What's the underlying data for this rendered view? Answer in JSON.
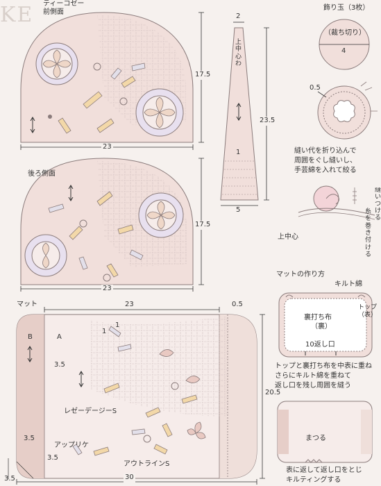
{
  "header": {
    "logo_text": "KE",
    "title": "ティーコゼー"
  },
  "front": {
    "label": "前側面",
    "width": "23",
    "height": "17.5"
  },
  "back": {
    "label": "後ろ側面",
    "width": "23",
    "height": "17.5"
  },
  "gusset": {
    "top": "2",
    "bottom": "5",
    "height": "23.5",
    "label": "上中心わ",
    "mark": "1"
  },
  "ornament": {
    "title": "飾り玉（3枚）",
    "cut_label": "（裁ち切り）",
    "diameter": "4",
    "seam": "0.5",
    "step1": [
      "縫い代を折り込んで",
      "周囲をぐし縫いし、",
      "手芸綿を入れて絞る"
    ],
    "center_label": "上中心",
    "wrap_note": "糸を巻き付ける",
    "side_note_fragment": "縫いつける"
  },
  "mat": {
    "label": "マット",
    "width": "23",
    "seam": "0.5",
    "height": "20.5",
    "total_width": "30",
    "part_a": "A",
    "part_b": "B",
    "dim_35a": "3.5",
    "dim_35b": "3.5",
    "dim_35c": "3.5",
    "dim_35d": "3.5",
    "mark1a": "1",
    "mark1b": "1",
    "daisy": "レゼーデージーS",
    "applique": "アップリケ",
    "outline": "アウトラインS"
  },
  "mat_howto": {
    "title": "マットの作り方",
    "quilt_batting": "キルト綿",
    "top_fragment": "トップ（表）",
    "backing": "裏打ち布",
    "backing_sub": "（裏）",
    "opening": "10返し口",
    "step2": [
      "トップと裏打ち布を中表に重ね",
      "さらにキルト綿を重ねて",
      "返し口を残し周囲を縫う"
    ],
    "slip": "まつる",
    "step3": [
      "表に返して返し口をとじ",
      "キルティングする"
    ]
  }
}
